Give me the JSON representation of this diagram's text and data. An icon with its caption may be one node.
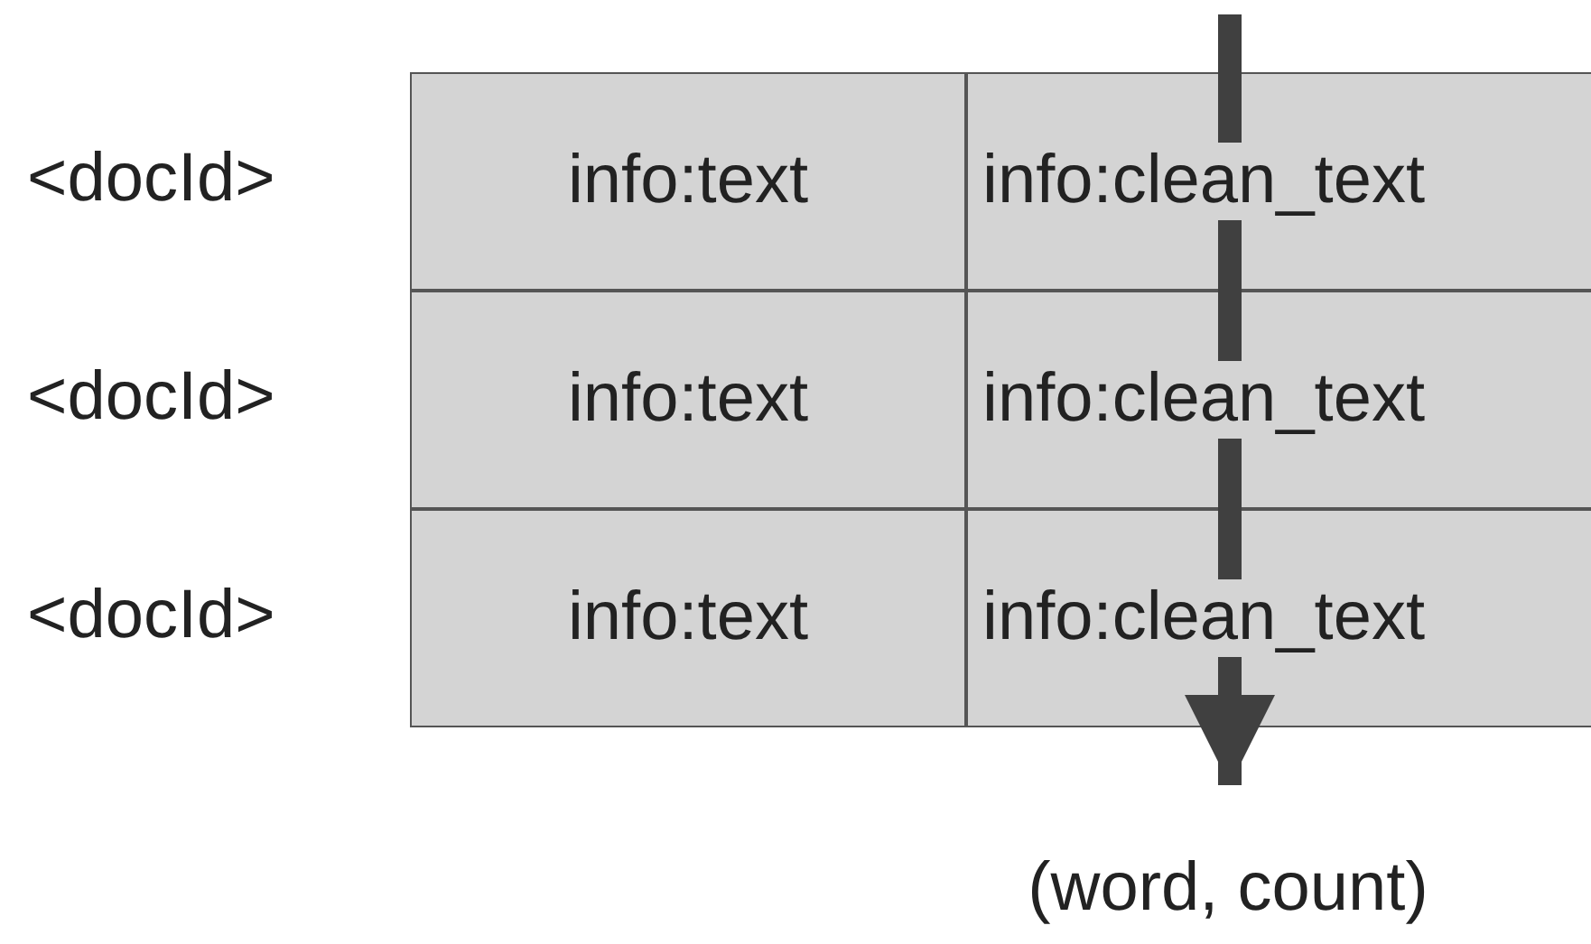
{
  "diagram": {
    "nodes": [
      {
        "text": [
          "info:text"
        ]
      },
      {
        "text": [
          "info:clean_text"
        ]
      },
      {
        "text": [
          "info:text"
        ]
      },
      {
        "text": [
          "info:clean_text"
        ]
      },
      {
        "text": [
          "info:text"
        ]
      },
      {
        "text": [
          "info:clean_text"
        ]
      },
      {
        "text": [
          "(word, count)"
        ]
      }
    ],
    "edges": [
      {
        "from": null,
        "to": 6,
        "arrow": "to"
      }
    ],
    "labels": [
      "<docId>",
      "<docId>",
      "<docId>"
    ]
  }
}
